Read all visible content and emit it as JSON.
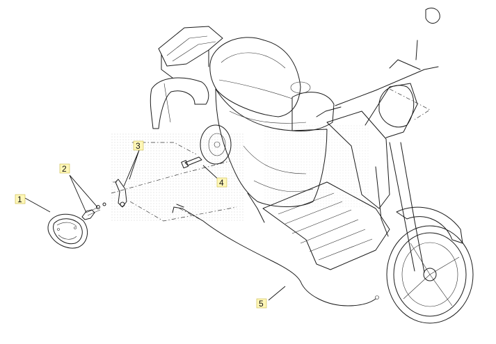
{
  "callouts": [
    {
      "id": "1",
      "label": "1"
    },
    {
      "id": "2",
      "label": "2"
    },
    {
      "id": "3",
      "label": "3"
    },
    {
      "id": "4",
      "label": "4"
    },
    {
      "id": "5",
      "label": "5"
    }
  ],
  "colors": {
    "callout_fill": "#fff7b8",
    "line_art": "#1a1a1a",
    "watermark": "#bdbdbd"
  },
  "icons": [
    "brake-shoe-icon",
    "pin-and-spring-icon",
    "brake-lever-arm-icon",
    "shaft-icon",
    "brake-cable-icon",
    "scooter-drawing-icon"
  ]
}
